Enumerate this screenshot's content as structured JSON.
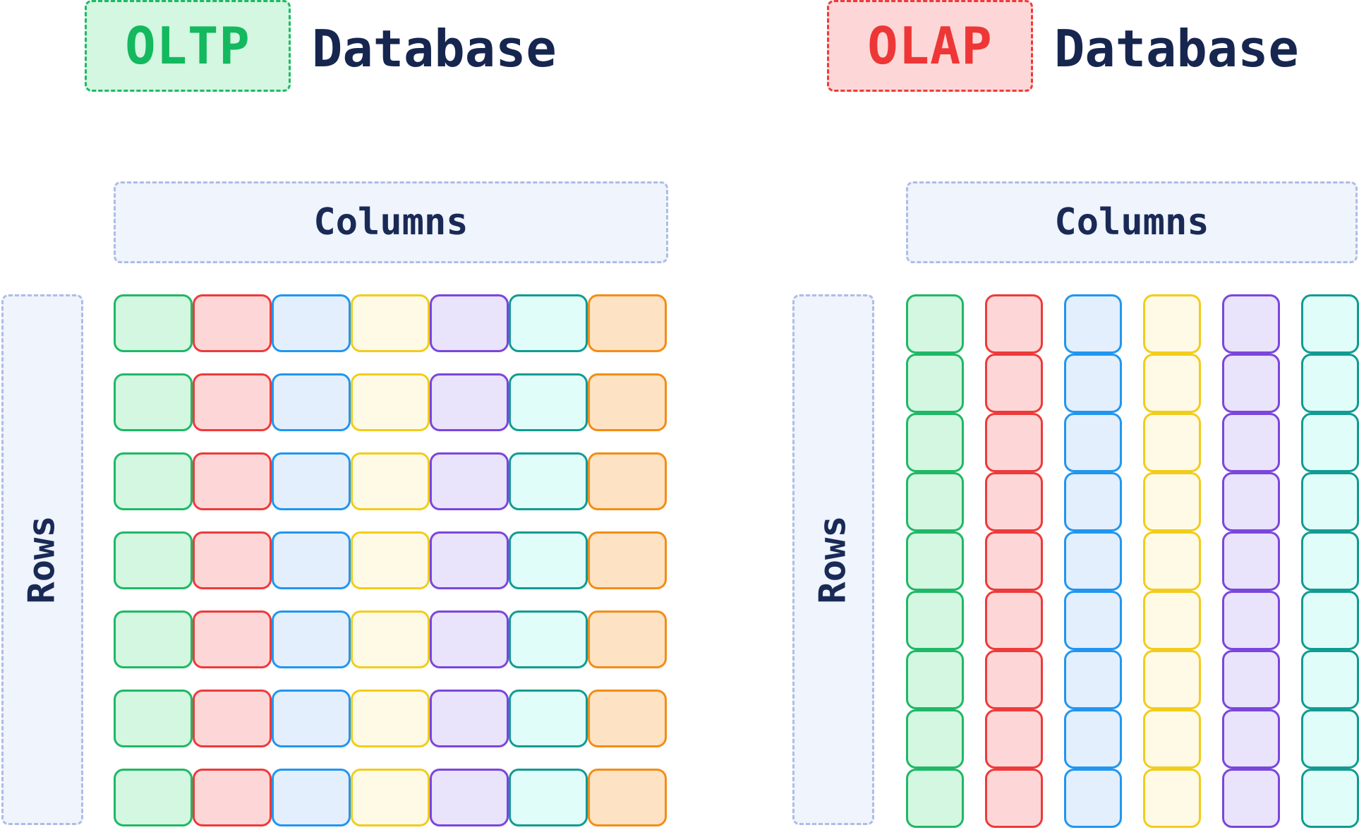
{
  "oltp": {
    "badge_label": "OLTP",
    "title_suffix": "Database",
    "columns_label": "Columns",
    "rows_label": "Rows"
  },
  "olap": {
    "badge_label": "OLAP",
    "title_suffix": "Database",
    "columns_label": "Columns",
    "rows_label": "Rows"
  },
  "palette": [
    {
      "name": "green",
      "fill": "#d3f7e0",
      "stroke": "#1fb866"
    },
    {
      "name": "red",
      "fill": "#fdd7d7",
      "stroke": "#ee3a3a"
    },
    {
      "name": "blue",
      "fill": "#e3effc",
      "stroke": "#2196f0"
    },
    {
      "name": "yellow",
      "fill": "#fffae6",
      "stroke": "#f2cc1c"
    },
    {
      "name": "purple",
      "fill": "#e9e3fb",
      "stroke": "#7a46dc"
    },
    {
      "name": "teal",
      "fill": "#e0fdfa",
      "stroke": "#119b91"
    },
    {
      "name": "orange",
      "fill": "#fde2c4",
      "stroke": "#f28d16"
    }
  ]
}
